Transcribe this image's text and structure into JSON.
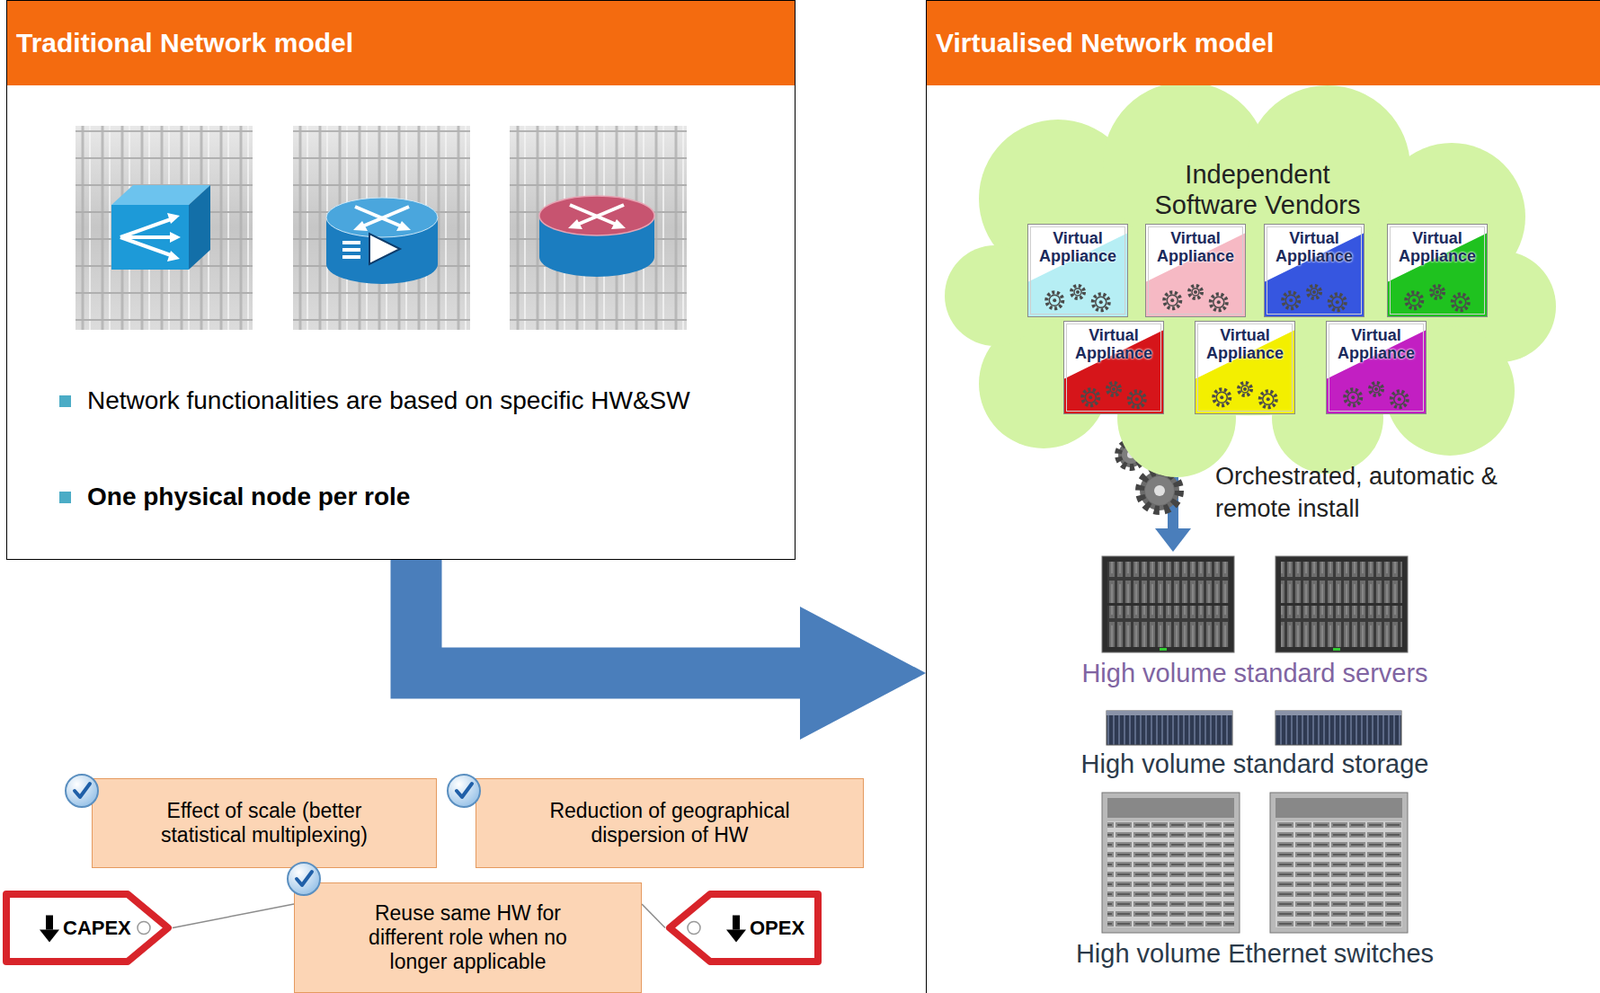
{
  "diagram": {
    "nodes": [
      {
        "text": [
          "Traditional Network model",
          "Network functionalities are based on specific HW&SW",
          "One physical node per role"
        ]
      },
      {
        "text": [
          "Virtualised Network model"
        ]
      },
      {
        "text": [
          "Independent Software Vendors"
        ],
        "in": 1
      },
      {
        "text": [
          "Virtual Appliance"
        ],
        "in": 2
      },
      {
        "text": [
          "Virtual Appliance"
        ],
        "in": 2
      },
      {
        "text": [
          "Virtual Appliance"
        ],
        "in": 2
      },
      {
        "text": [
          "Virtual Appliance"
        ],
        "in": 2
      },
      {
        "text": [
          "Virtual Appliance"
        ],
        "in": 2
      },
      {
        "text": [
          "Virtual Appliance"
        ],
        "in": 2
      },
      {
        "text": [
          "Virtual Appliance"
        ],
        "in": 2
      },
      {
        "text": [
          "Effect of scale (better statistical multiplexing)"
        ]
      },
      {
        "text": [
          "Reduction of geographical dispersion of HW"
        ]
      },
      {
        "text": [
          "Reuse same HW for different role when no longer applicable"
        ]
      },
      {
        "text": [
          "CAPEX"
        ]
      },
      {
        "text": [
          "OPEX"
        ]
      }
    ],
    "edges": [
      {
        "from": 0,
        "to": 1,
        "arrow": "to"
      },
      {
        "from": 13,
        "to": 12,
        "arrow": "none"
      },
      {
        "from": 14,
        "to": 12,
        "arrow": "none"
      }
    ],
    "labels": [
      "Orchestrated, automatic & remote install",
      "High volume standard servers",
      "High volume standard storage",
      "High volume Ethernet switches"
    ]
  }
}
